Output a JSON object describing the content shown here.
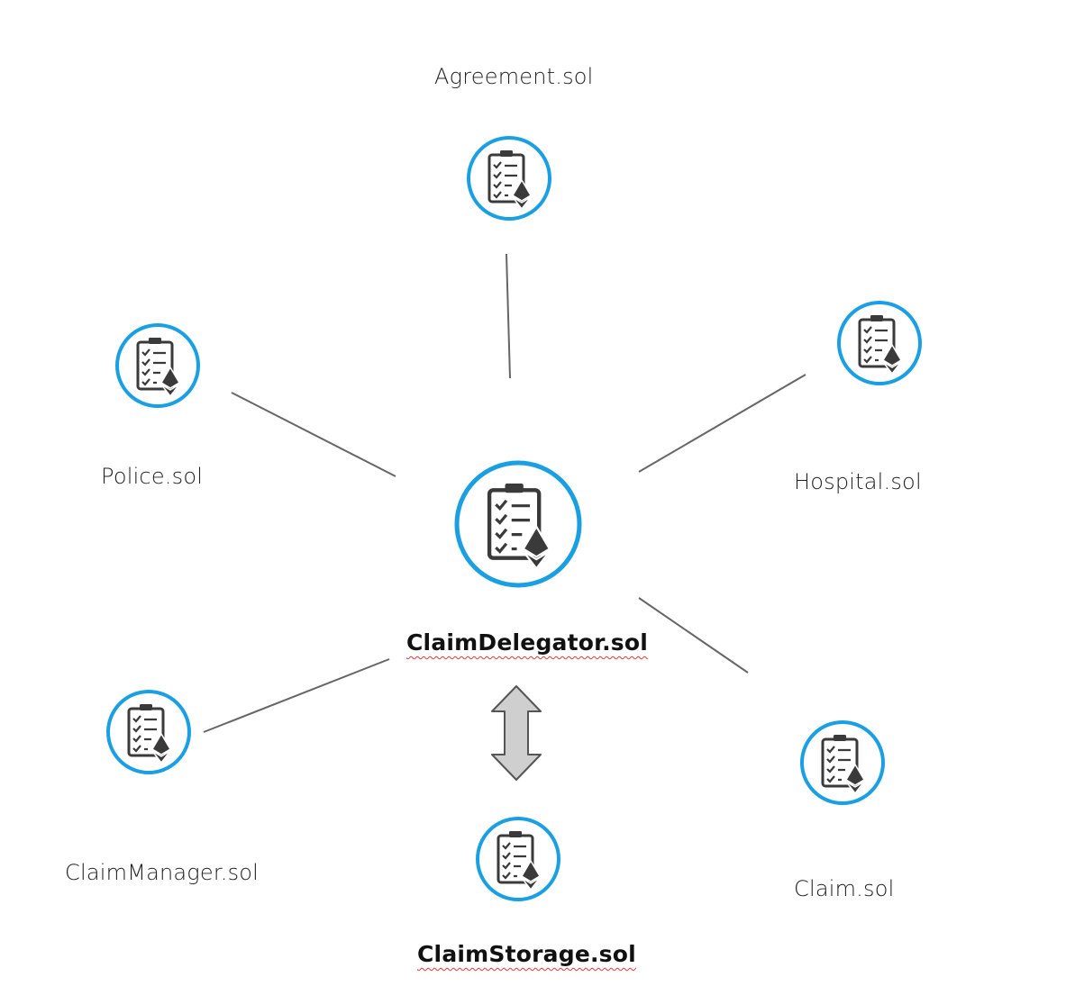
{
  "diagram": {
    "colors": {
      "ring": "#1a9fe3",
      "icon": "#3a3a3a",
      "edge": "#666666",
      "arrow_fill": "#cfcfcf",
      "arrow_stroke": "#555555"
    },
    "icon": "clipboard-ethereum-icon",
    "nodes": {
      "agreement": {
        "label": "Agreement.sol"
      },
      "police": {
        "label": "Police.sol"
      },
      "hospital": {
        "label": "Hospital.sol"
      },
      "delegator": {
        "label": "ClaimDelegator.sol"
      },
      "manager": {
        "label": "ClaimManager.sol"
      },
      "claim": {
        "label": "Claim.sol"
      },
      "storage": {
        "label": "ClaimStorage.sol"
      }
    }
  }
}
